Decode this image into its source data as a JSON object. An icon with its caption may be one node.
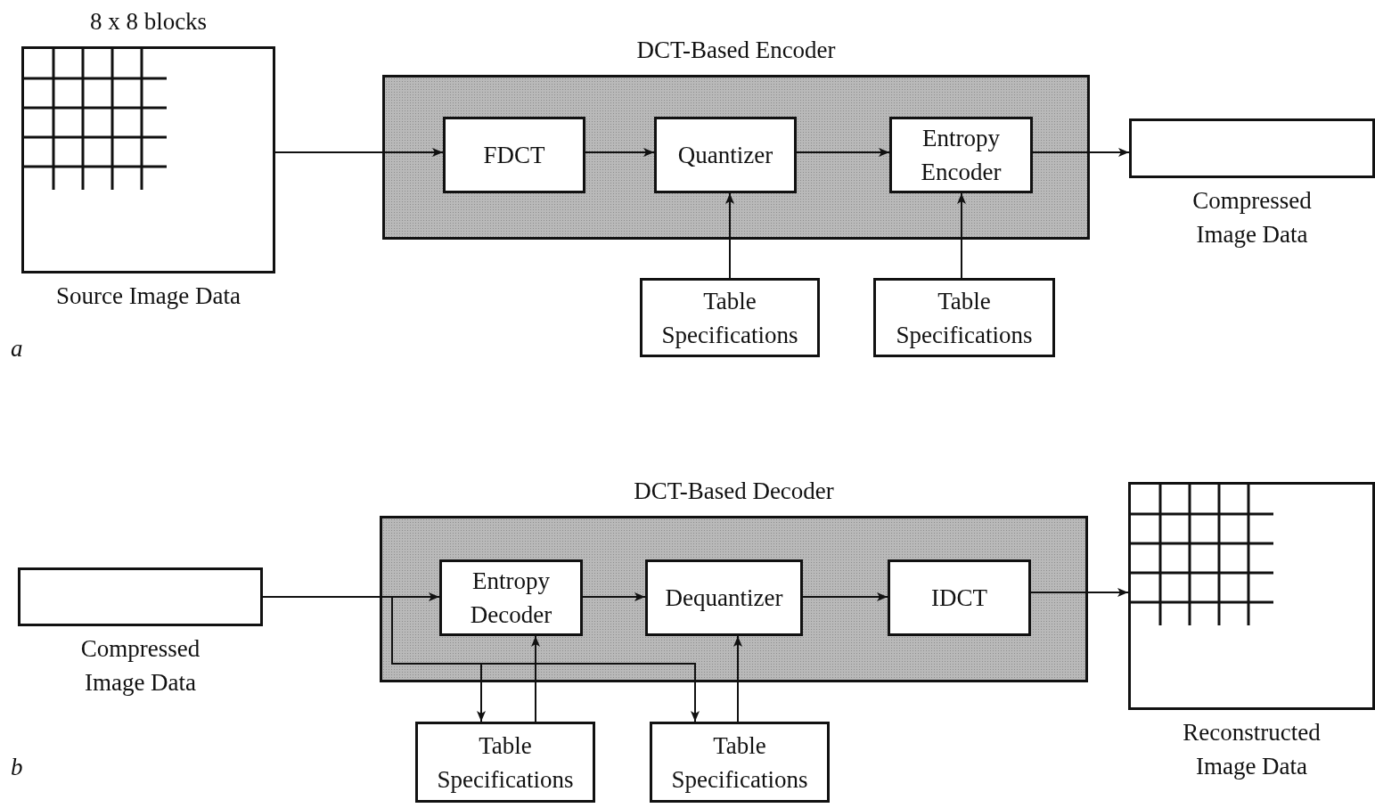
{
  "diagram": {
    "nodes": [
      {
        "text": [
          "8 x 8 blocks"
        ],
        "beside": [
          "Source Image Data"
        ]
      },
      {
        "text": [
          "DCT-Based Encoder"
        ]
      },
      {
        "text": [
          "FDCT"
        ],
        "in": 1
      },
      {
        "text": [
          "Quantizer"
        ],
        "in": 1
      },
      {
        "text": [
          "Entropy Encoder"
        ],
        "in": 1
      },
      {
        "text": [
          "Table Specifications"
        ]
      },
      {
        "text": [
          "Table Specifications"
        ]
      },
      {
        "text": [],
        "shape": "box",
        "beside": [
          "Compressed Image Data"
        ]
      },
      {
        "text": [],
        "shape": "box",
        "beside": [
          "Compressed Image Data"
        ]
      },
      {
        "text": [
          "DCT-Based Decoder"
        ]
      },
      {
        "text": [
          "Entropy Decoder"
        ],
        "in": 9
      },
      {
        "text": [
          "Dequantizer"
        ],
        "in": 9
      },
      {
        "text": [
          "IDCT"
        ],
        "in": 9
      },
      {
        "text": [
          "Table Specifications"
        ]
      },
      {
        "text": [
          "Table Specifications"
        ]
      },
      {
        "text": [],
        "shape": "box",
        "beside": [
          "Reconstructed Image Data"
        ]
      }
    ],
    "edges": [
      {
        "from": 0,
        "to": 2,
        "arrow": "to"
      },
      {
        "from": 2,
        "to": 3,
        "arrow": "to"
      },
      {
        "from": 3,
        "to": 4,
        "arrow": "to"
      },
      {
        "from": 5,
        "to": 3,
        "arrow": "to"
      },
      {
        "from": 6,
        "to": 4,
        "arrow": "to"
      },
      {
        "from": 4,
        "to": 7,
        "arrow": "to"
      },
      {
        "from": 8,
        "to": 10,
        "arrow": "to"
      },
      {
        "from": 8,
        "to": 13,
        "arrow": "to"
      },
      {
        "from": 8,
        "to": 14,
        "arrow": "to"
      },
      {
        "from": 13,
        "to": 10,
        "arrow": "to"
      },
      {
        "from": 14,
        "to": 11,
        "arrow": "to"
      },
      {
        "from": 10,
        "to": 11,
        "arrow": "to"
      },
      {
        "from": 11,
        "to": 12,
        "arrow": "to"
      },
      {
        "from": 12,
        "to": 15,
        "arrow": "to"
      }
    ],
    "labels": [
      "a",
      "b"
    ]
  }
}
